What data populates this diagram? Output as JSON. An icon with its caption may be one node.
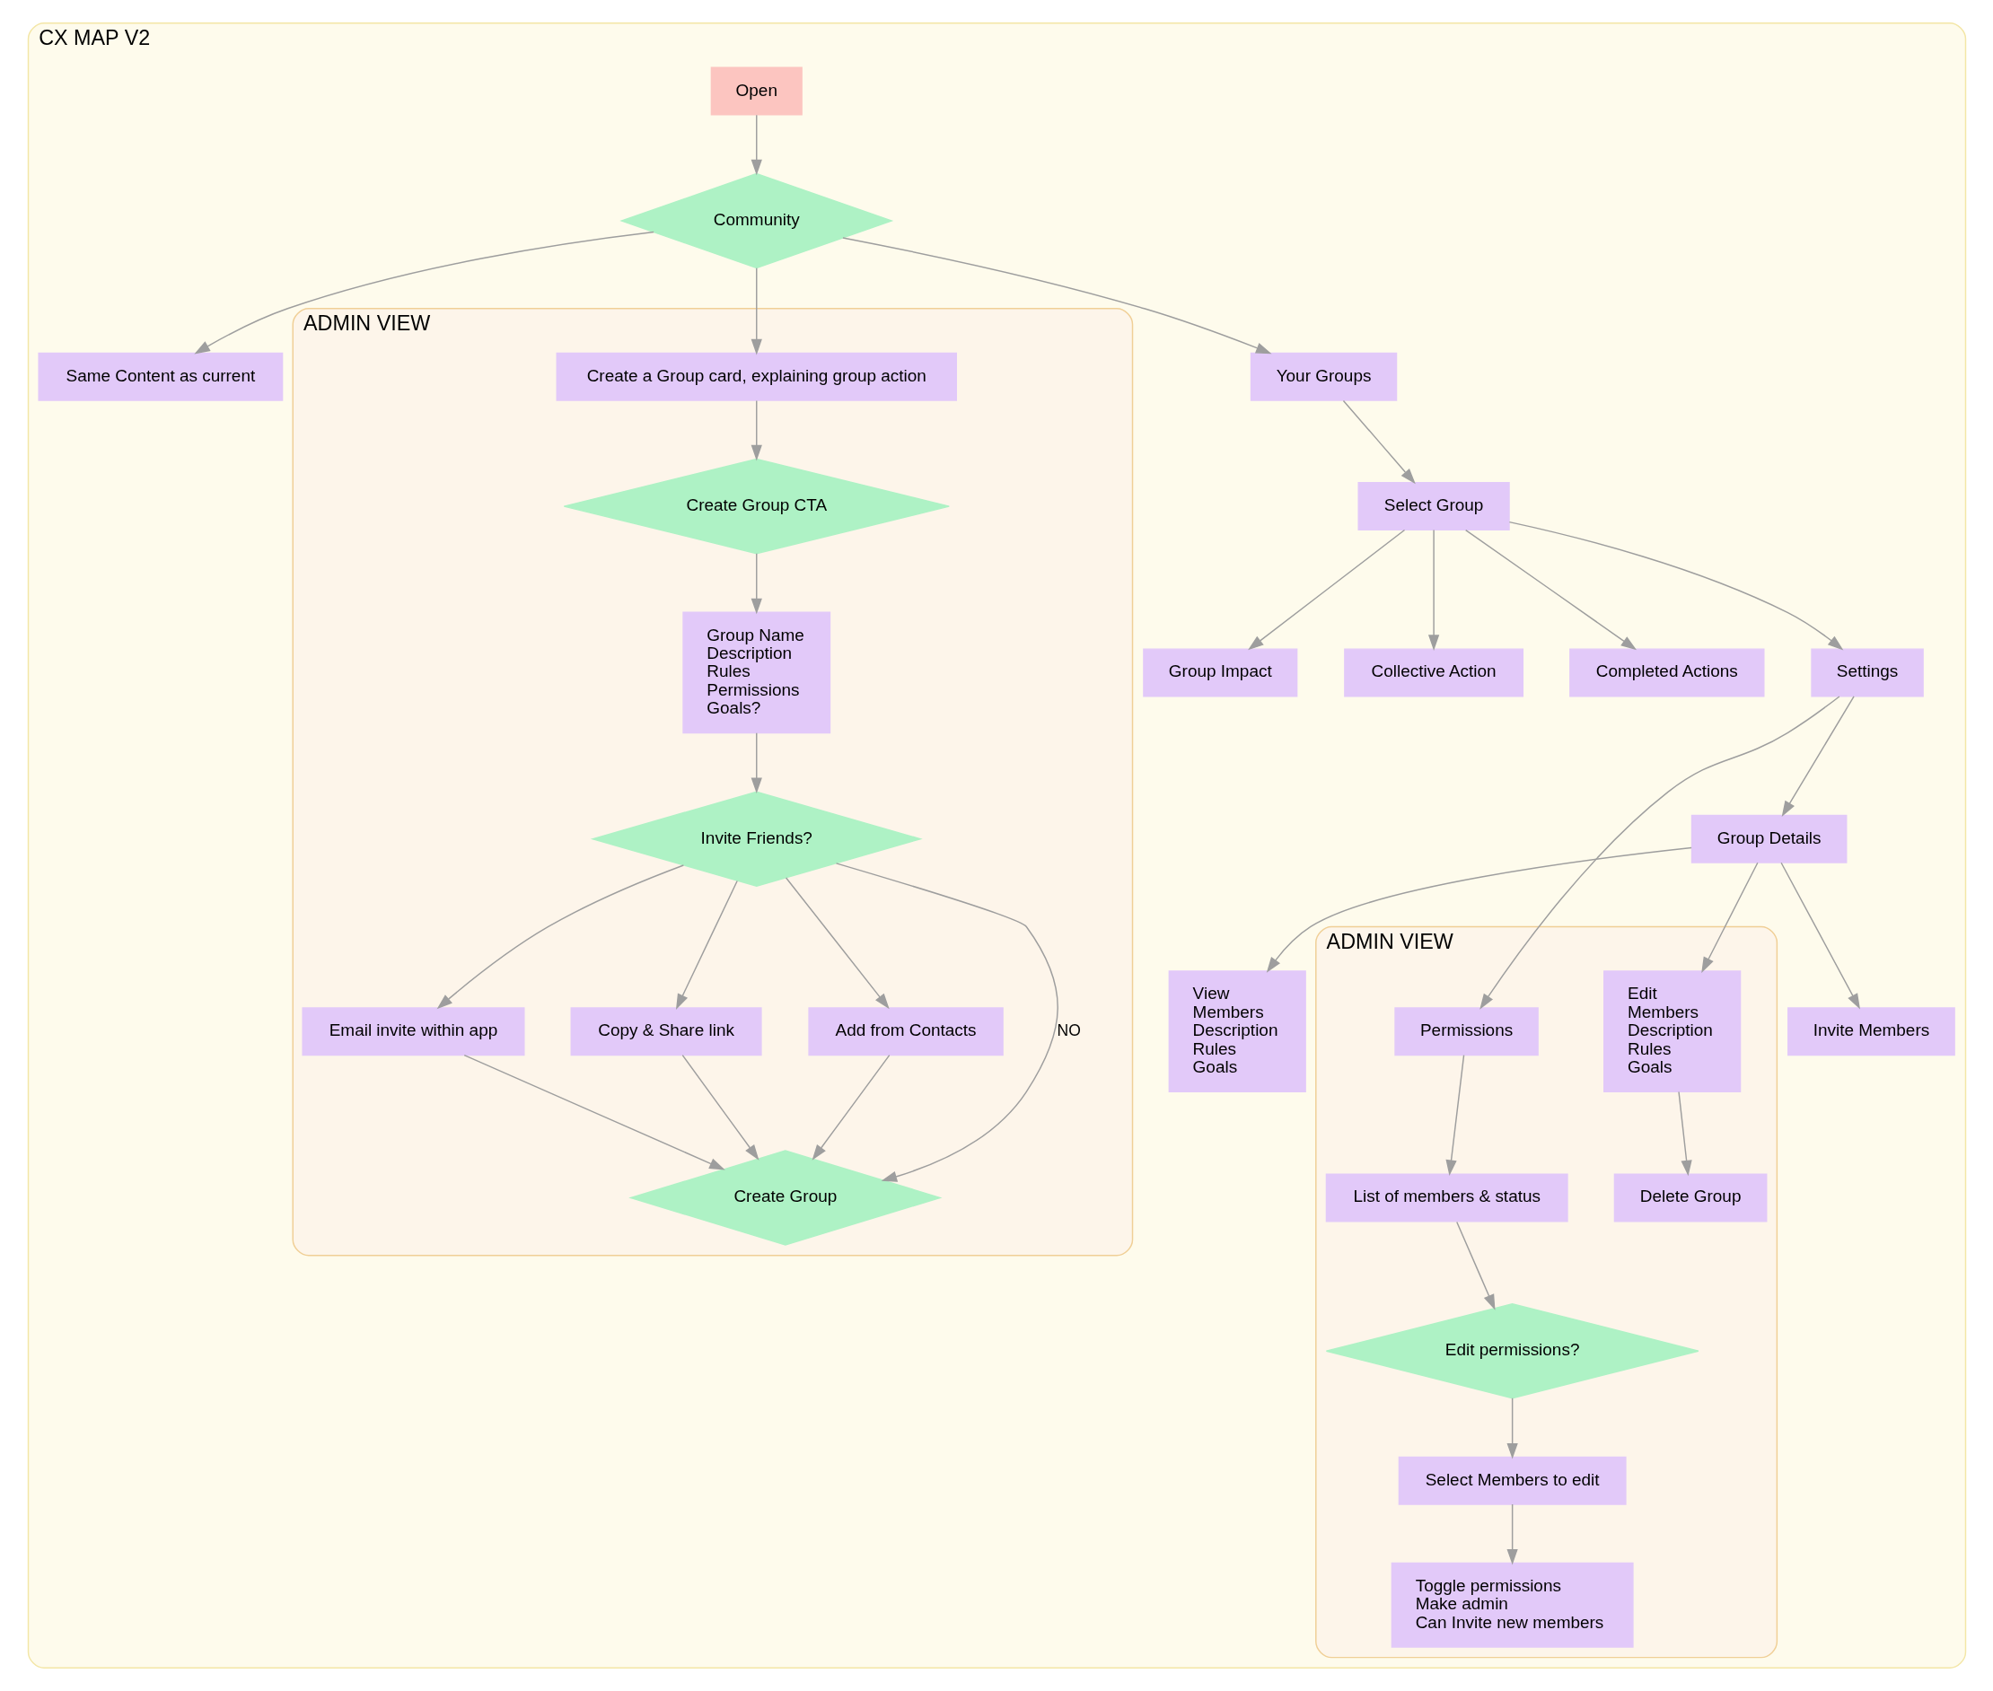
{
  "diagram": {
    "nodes": [
      {
        "text": [
          "CX MAP V2"
        ]
      },
      {
        "text": [
          "Open"
        ],
        "in": 0
      },
      {
        "text": [
          "Same Content as current"
        ],
        "in": 0
      },
      {
        "text": [
          "Community"
        ],
        "in": 0
      },
      {
        "text": [
          "ADMIN VIEW"
        ],
        "in": 0
      },
      {
        "text": [
          "Create a Group card, explaining group action"
        ],
        "in": 4
      },
      {
        "text": [
          "Create Group CTA"
        ],
        "in": 4
      },
      {
        "text": [
          "Group Name",
          "Description",
          "Rules",
          "Permissions",
          "Goals?"
        ],
        "in": 4
      },
      {
        "text": [
          "Invite Friends?"
        ],
        "in": 4
      },
      {
        "text": [
          "Email invite within app"
        ],
        "in": 4
      },
      {
        "text": [
          "Copy & Share link"
        ],
        "in": 4
      },
      {
        "text": [
          "Add from Contacts"
        ],
        "in": 4
      },
      {
        "text": [
          "Create Group"
        ],
        "in": 4
      },
      {
        "text": [
          "Your Groups"
        ],
        "in": 0
      },
      {
        "text": [
          "Select Group"
        ],
        "in": 0
      },
      {
        "text": [
          "Settings"
        ],
        "in": 0
      },
      {
        "text": [
          "Group Impact"
        ],
        "in": 0
      },
      {
        "text": [
          "Collective Action"
        ],
        "in": 0
      },
      {
        "text": [
          "Completed Actions"
        ],
        "in": 0
      },
      {
        "text": [
          "Group Details"
        ],
        "in": 0
      },
      {
        "text": [
          "ADMIN VIEW"
        ],
        "in": 0
      },
      {
        "text": [
          "Permissions"
        ],
        "in": 20
      },
      {
        "text": [
          "Invite Members"
        ],
        "in": 0
      },
      {
        "text": [
          "List of members & status"
        ],
        "in": 20
      },
      {
        "text": [
          "View",
          "Members",
          "Description",
          "Rules",
          "Goals"
        ],
        "in": 0
      },
      {
        "text": [
          "Edit",
          "Members",
          "Description",
          "Rules",
          "Goals"
        ],
        "in": 20
      },
      {
        "text": [
          "Edit permissions?"
        ],
        "in": 20
      },
      {
        "text": [
          "Delete Group"
        ],
        "in": 20
      },
      {
        "text": [
          "Select Members to edit"
        ],
        "in": 20
      },
      {
        "text": [
          "Toggle permissions",
          "Make admin",
          "Can Invite new members"
        ],
        "in": 20
      }
    ],
    "edges": [
      {
        "from": 1,
        "to": 3,
        "arrow": "to"
      },
      {
        "from": 3,
        "to": 2,
        "arrow": "to"
      },
      {
        "from": 3,
        "to": 5,
        "arrow": "to"
      },
      {
        "from": 3,
        "to": 13,
        "arrow": "to"
      },
      {
        "from": 5,
        "to": 6,
        "arrow": "to"
      },
      {
        "from": 6,
        "to": 7,
        "arrow": "to"
      },
      {
        "from": 7,
        "to": 8,
        "arrow": "to"
      },
      {
        "from": 8,
        "to": 9,
        "arrow": "to"
      },
      {
        "from": 8,
        "to": 10,
        "arrow": "to"
      },
      {
        "from": 8,
        "to": 11,
        "arrow": "to"
      },
      {
        "from": 9,
        "to": 12,
        "arrow": "to"
      },
      {
        "from": 10,
        "to": 12,
        "arrow": "to"
      },
      {
        "from": 11,
        "to": 12,
        "arrow": "to"
      },
      {
        "from": 8,
        "to": 12,
        "arrow": "to",
        "label": "NO"
      },
      {
        "from": 13,
        "to": 14,
        "arrow": "to"
      },
      {
        "from": 14,
        "to": 15,
        "arrow": "to"
      },
      {
        "from": 14,
        "to": 16,
        "arrow": "to"
      },
      {
        "from": 14,
        "to": 17,
        "arrow": "to"
      },
      {
        "from": 14,
        "to": 18,
        "arrow": "to"
      },
      {
        "from": 15,
        "to": 19,
        "arrow": "to"
      },
      {
        "from": 15,
        "to": 21,
        "arrow": "to"
      },
      {
        "from": 19,
        "to": 22,
        "arrow": "to"
      },
      {
        "from": 19,
        "to": 24,
        "arrow": "to"
      },
      {
        "from": 19,
        "to": 25,
        "arrow": "to"
      },
      {
        "from": 21,
        "to": 23,
        "arrow": "to"
      },
      {
        "from": 23,
        "to": 26,
        "arrow": "to"
      },
      {
        "from": 26,
        "to": 28,
        "arrow": "to"
      },
      {
        "from": 28,
        "to": 29,
        "arrow": "to"
      },
      {
        "from": 25,
        "to": 27,
        "arrow": "to"
      }
    ]
  }
}
